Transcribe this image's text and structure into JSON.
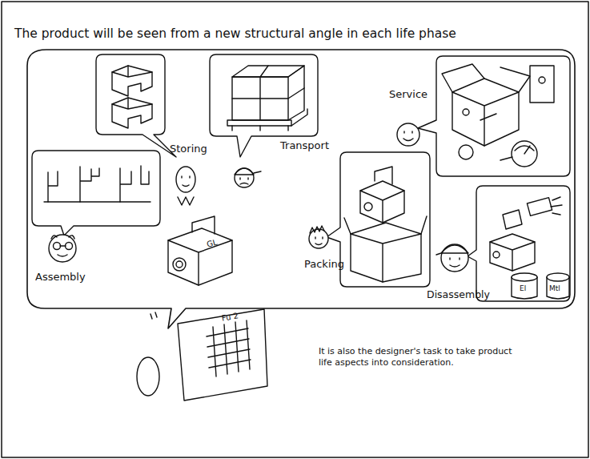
{
  "diagram": {
    "title": "The product will be seen from a new structural angle in each life phase",
    "labels": [
      "Storing",
      "Transport",
      "Service",
      "Assembly",
      "Packing",
      "Disassembly",
      "GL",
      "El",
      "Mtl",
      "Fu 2",
      "It is also the designer's task to take product life aspects into consideration."
    ]
  }
}
